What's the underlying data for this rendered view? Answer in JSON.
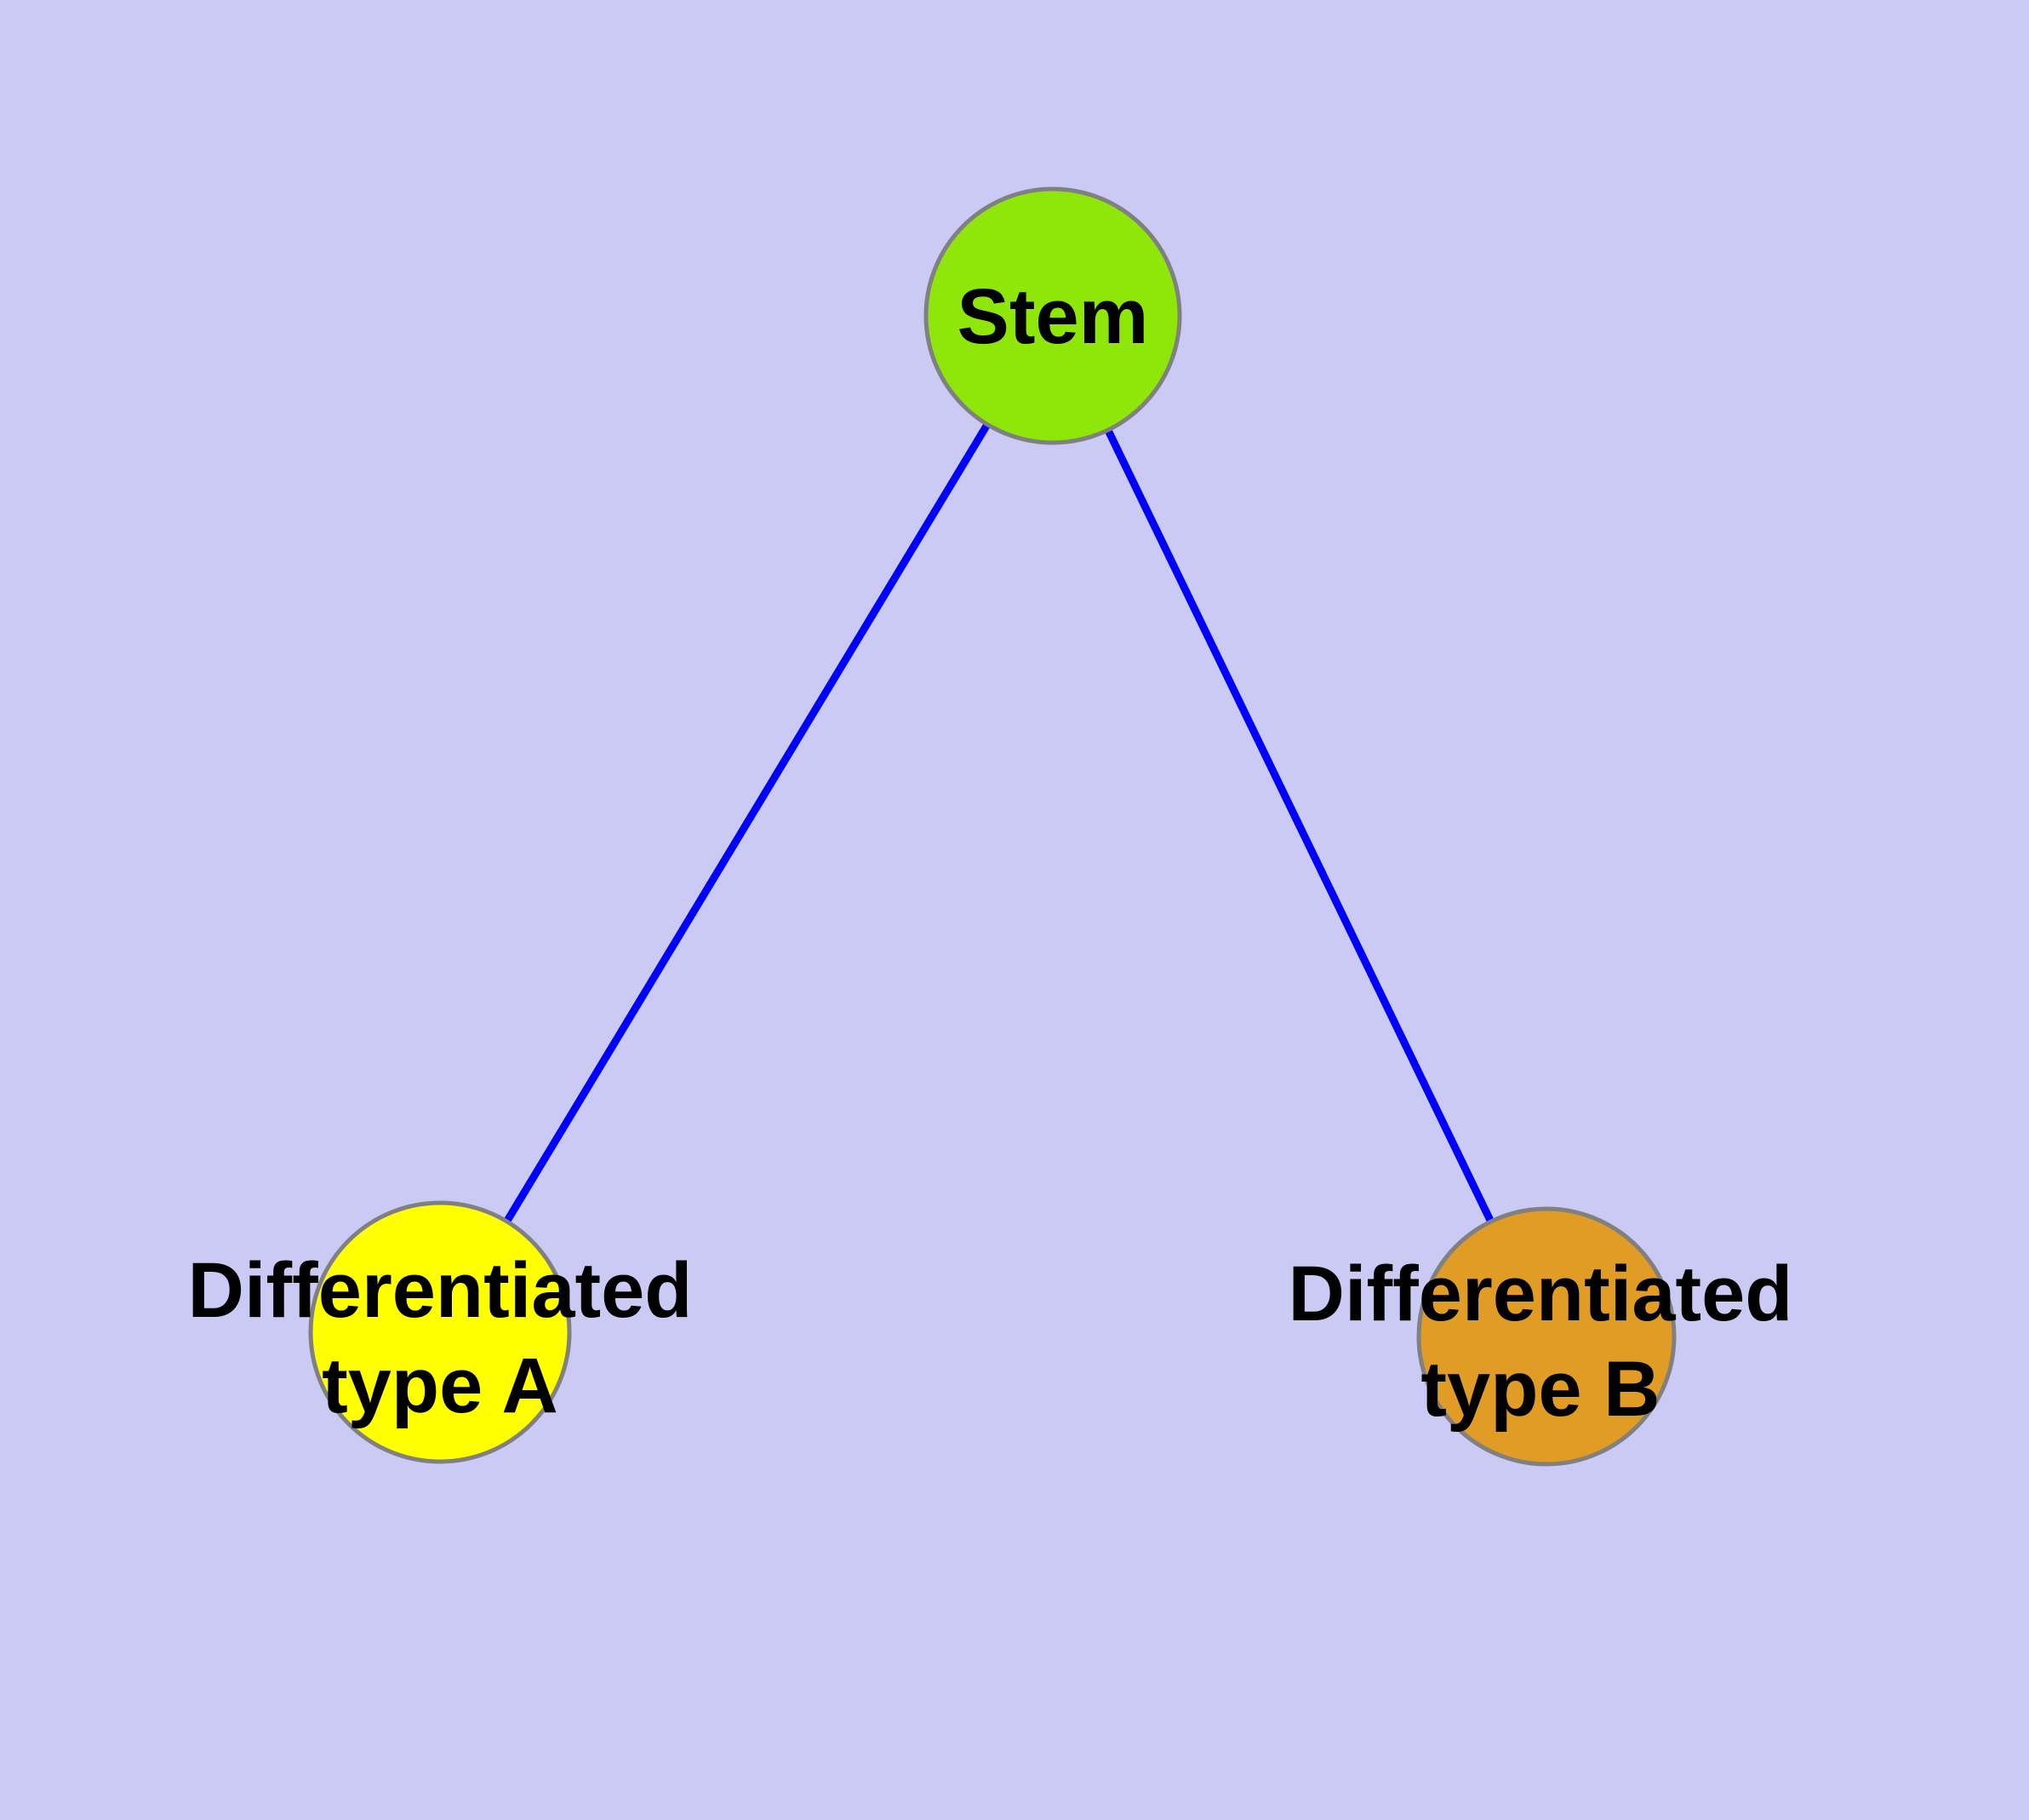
{
  "canvas": {
    "background": "#CACAF5"
  },
  "colors": {
    "edge": "#0000FF",
    "node_border": "#808080",
    "label_text": "#000000"
  },
  "nodes": {
    "stem": {
      "label": "Stem",
      "fill": "#8FE609"
    },
    "type_a": {
      "label_line1": "Differentiated",
      "label_line2": "type A",
      "fill": "#FFFF00"
    },
    "type_b": {
      "label_line1": "Differentiated",
      "label_line2": "type B",
      "fill": "#E09C24"
    }
  },
  "edges": [
    {
      "from": "Stem",
      "to": "Differentiated type A"
    },
    {
      "from": "Stem",
      "to": "Differentiated type B"
    }
  ]
}
